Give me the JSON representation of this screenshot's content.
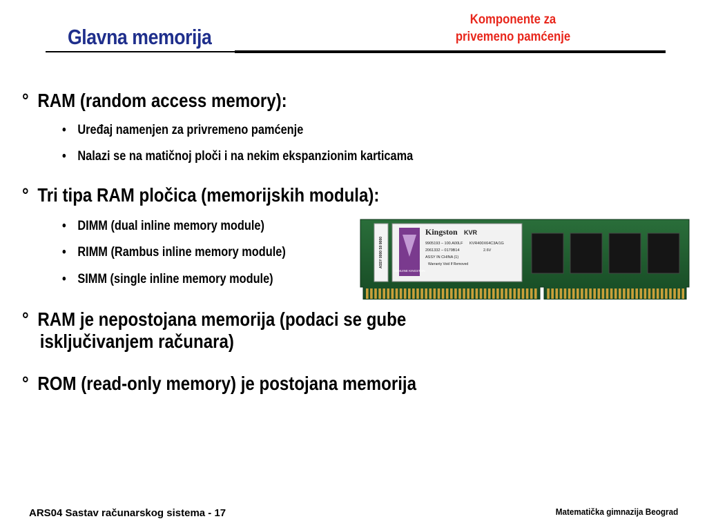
{
  "slide": {
    "title": "Glavna memorija",
    "subtitle_line1": "Komponente za",
    "subtitle_line2": "privemeno pamćenje",
    "bullets": {
      "ram": "RAM (random access memory):",
      "ram_sub1": "Uređaj namenjen za privremeno pamćenje",
      "ram_sub2": "Nalazi se na matičnoj ploči i na nekim ekspanzionim karticama",
      "types": "Tri tipa RAM pločica (memorijskih modula):",
      "dimm": "DIMM (dual inline memory module)",
      "rimm": "RIMM (Rambus inline memory module)",
      "simm": "SIMM (single inline memory module)",
      "volatile_line1": "RAM je nepostojana memorija (podaci se gube",
      "volatile_line2": "isključivanjem računara)",
      "rom": "ROM (read-only memory) je postojana memorija"
    },
    "markers": {
      "level1": "°",
      "level2": "•"
    },
    "image": {
      "brand": "Kingston",
      "model": "KVR",
      "label_line1": "9905193 – 100.A00LF",
      "label_line2": "KVR400X64C3A/1G",
      "label_line3": "2061332 – 0179B14",
      "label_line4": "2.6V",
      "label_line5": "ASSY IN CHINA (1)",
      "label_line6": "Warranty Void If Removed",
      "side_text": "GENUINE KINGSTON",
      "serial": "ASSY 0000 S0 9000"
    },
    "footer_left": "ARS04 Sastav računarskog sistema - 17",
    "footer_right": "Matematička gimnazija Beograd"
  },
  "colors": {
    "title": "#1f2f8c",
    "subtitle": "#e8261b",
    "pcb": "#1c5a2c",
    "chip": "#151515",
    "contacts": "#c9a03a"
  }
}
